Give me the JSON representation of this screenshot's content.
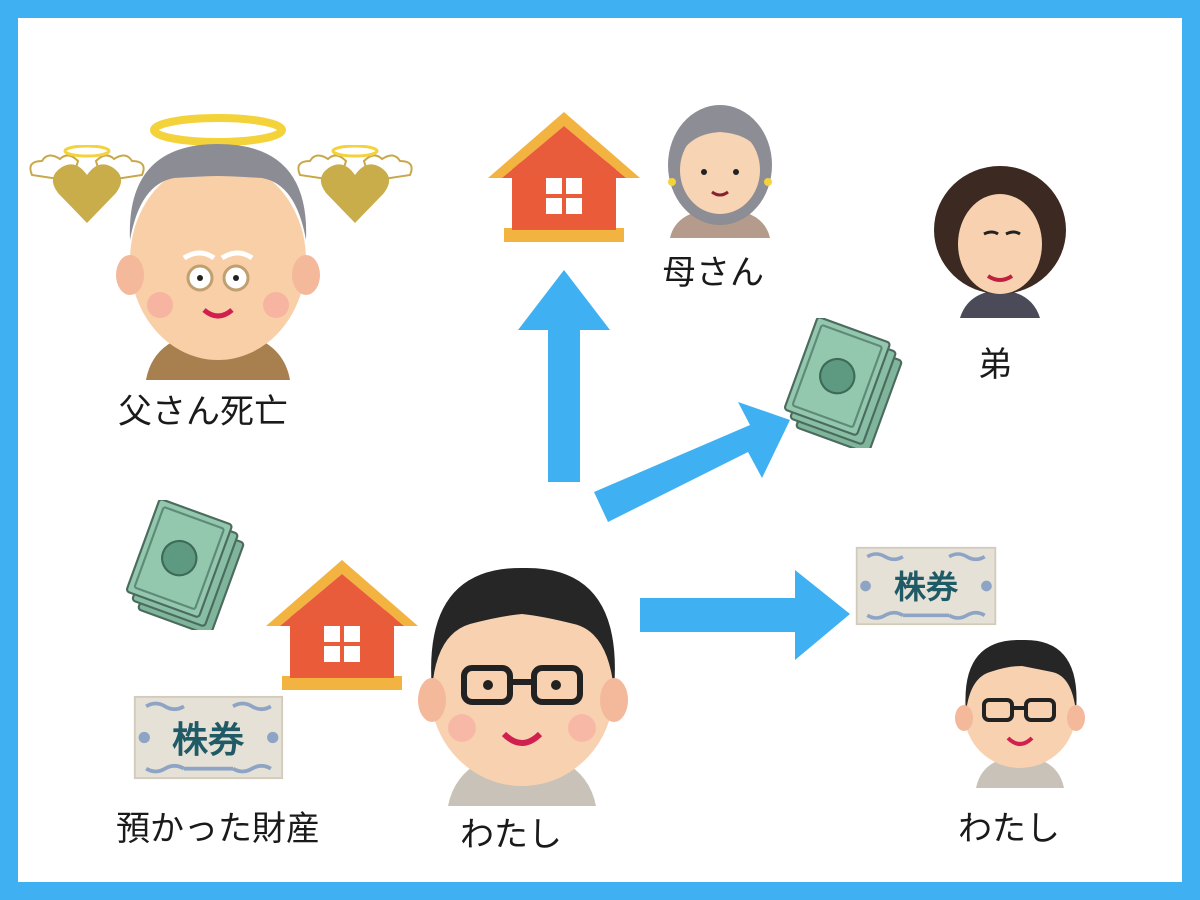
{
  "labels": {
    "father": "父さん死亡",
    "mother": "母さん",
    "brother": "弟",
    "assets": "預かった財産",
    "me_main": "わたし",
    "me_small": "わたし"
  },
  "ticket_text": "株券",
  "colors": {
    "frame": "#3fb0f2",
    "arrow": "#3fb0f2",
    "house_roof": "#e85c3c",
    "house_wall": "#ea5b3a",
    "money": "#8ec3a8",
    "ticket_bg": "#e6e1d6",
    "ticket_text": "#1f5a66",
    "halo": "#f3d23a"
  }
}
